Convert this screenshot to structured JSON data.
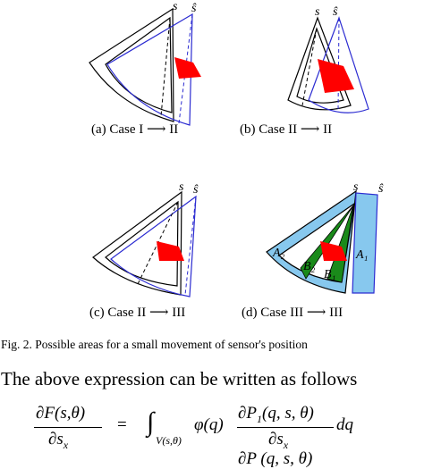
{
  "figure": {
    "subfigures": [
      {
        "caption": "(a) Case I ⟶ II",
        "sensor_labels": [
          "s",
          "ŝ"
        ]
      },
      {
        "caption": "(b) Case II ⟶ II",
        "sensor_labels": [
          "s",
          "ŝ"
        ]
      },
      {
        "caption": "(c) Case II ⟶ III",
        "sensor_labels": [
          "s",
          "ŝ"
        ]
      },
      {
        "caption": "(d) Case III ⟶ III",
        "sensor_labels": [
          "s",
          "ŝ"
        ],
        "region_labels": [
          "A₂",
          "B₂",
          "B₁",
          "A₁"
        ]
      }
    ],
    "caption": "Fig. 2. Possible areas for a small movement of sensor's position",
    "colors": {
      "old_sector": "#000000",
      "new_sector": "#2b2bd1",
      "target": "#ff0000",
      "area_a": "#87c8ee",
      "area_b": "#1a8a1a"
    }
  },
  "text": {
    "paragraph": "The above expression can be written as follows"
  },
  "equation": {
    "lhs_num": "∂F(s,θ)",
    "lhs_den": "∂s",
    "lhs_den_sub": "x",
    "eq": "=",
    "integral": "∫",
    "integral_sub": "V(s,θ)",
    "phi": "φ(q)",
    "rhs_num": "∂P",
    "rhs_num_sub": "1",
    "rhs_num_rest": "(q, s, θ)",
    "rhs_den": "∂s",
    "rhs_den_sub": "x",
    "dq": "dq",
    "next_line": "∂P (q, s, θ)"
  }
}
